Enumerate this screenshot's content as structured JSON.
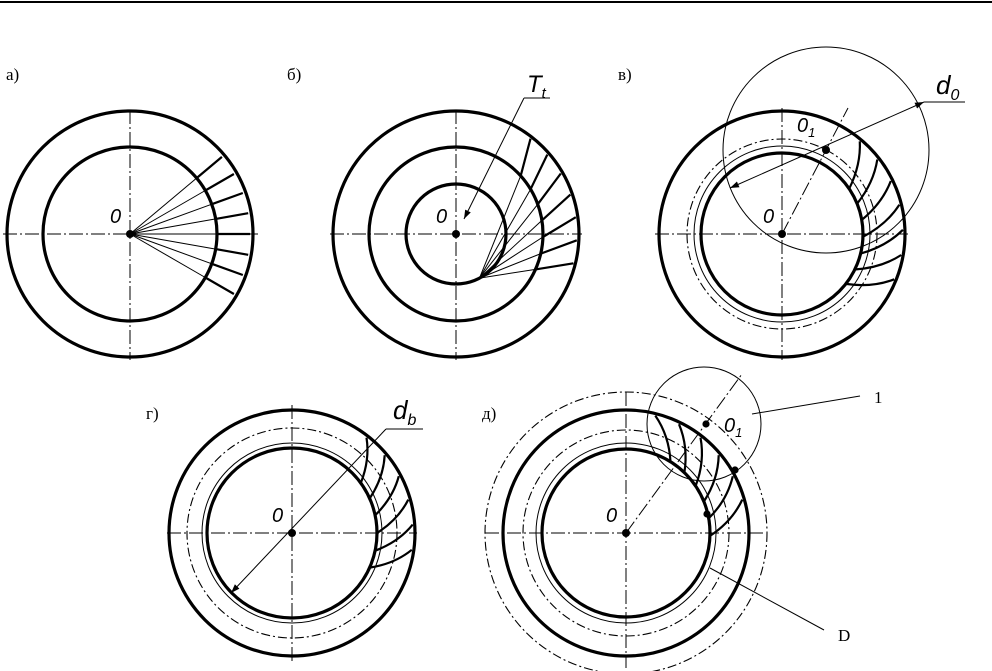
{
  "panels": {
    "a": {
      "tag": "а)",
      "center": "0"
    },
    "b": {
      "tag": "б)",
      "center": "0",
      "leader_main": "T",
      "leader_sub": "t"
    },
    "v": {
      "tag": "в)",
      "center": "0",
      "o1_main": "0",
      "o1_sub": "1",
      "leader_main": "d",
      "leader_sub": "0"
    },
    "g": {
      "tag": "г)",
      "center": "0",
      "leader_main": "d",
      "leader_sub": "b"
    },
    "d": {
      "tag": "д)",
      "center": "0",
      "o1_main": "0",
      "o1_sub": "1",
      "callout_1": "1",
      "callout_D": "D"
    }
  },
  "colors": {
    "ink": "#000000",
    "paper": "#ffffff"
  }
}
